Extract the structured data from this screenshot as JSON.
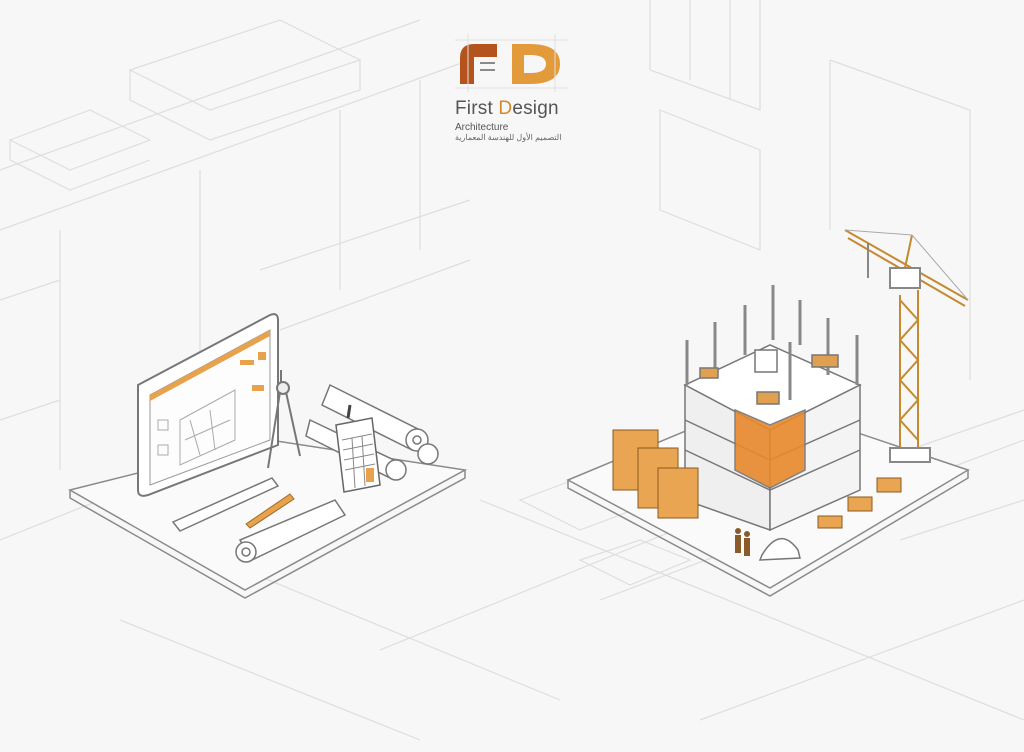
{
  "logo": {
    "mark_letters": "FD",
    "brand_first": "First ",
    "brand_highlight": "D",
    "brand_rest": "esign",
    "subtitle": "Architecture",
    "arabic_tagline": "التصميم الأول للهندسة المعمارية"
  },
  "colors": {
    "background": "#f7f7f7",
    "line": "#8a8a8a",
    "faint_line": "#dcdcdc",
    "accent_orange": "#e8892c",
    "accent_gold": "#d9a24a",
    "brand_brown": "#b4531c"
  },
  "scenes": {
    "left": "design-desk",
    "right": "construction-site"
  }
}
